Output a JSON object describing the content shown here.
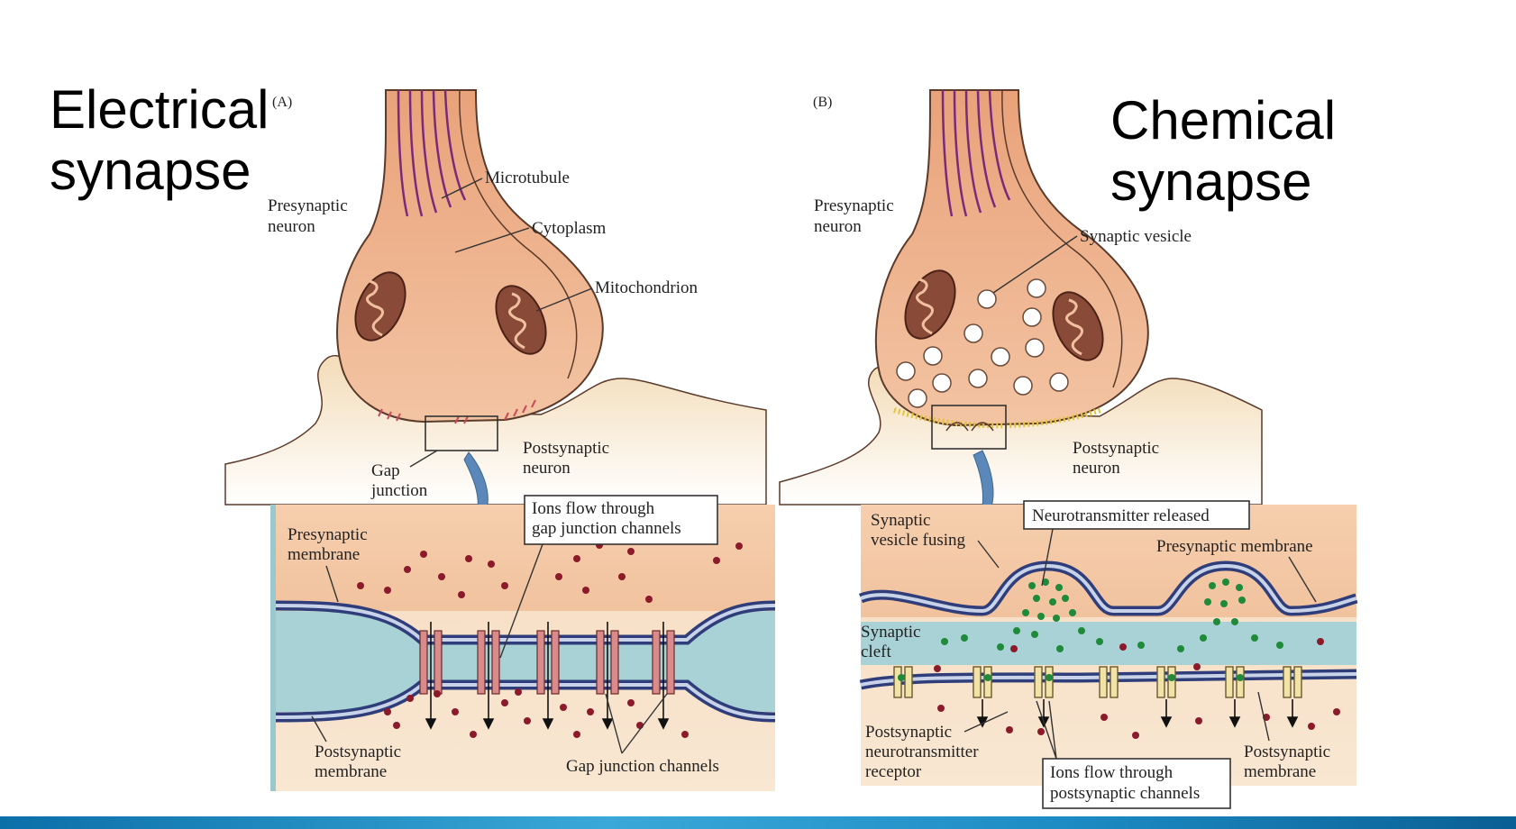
{
  "titles": {
    "electrical": "Electrical\nsynapse",
    "chemical": "Chemical\nsynapse"
  },
  "panel_a": {
    "letter": "(A)",
    "presynaptic": [
      "Presynaptic",
      "neuron"
    ],
    "microtubule": "Microtubule",
    "cytoplasm": "Cytoplasm",
    "mitochondrion": "Mitochondrion",
    "postsynaptic": [
      "Postsynaptic",
      "neuron"
    ],
    "gap_junction": [
      "Gap",
      "junction"
    ],
    "presynaptic_membrane": [
      "Presynaptic",
      "membrane"
    ],
    "ions_flow": [
      "Ions flow through",
      "gap junction channels"
    ],
    "postsynaptic_membrane": [
      "Postsynaptic",
      "membrane"
    ],
    "gap_junction_channels": "Gap junction channels"
  },
  "panel_b": {
    "letter": "(B)",
    "presynaptic": [
      "Presynaptic",
      "neuron"
    ],
    "synaptic_vesicle": "Synaptic vesicle",
    "postsynaptic": [
      "Postsynaptic",
      "neuron"
    ],
    "vesicle_fusing": [
      "Synaptic",
      "vesicle fusing"
    ],
    "nt_released": "Neurotransmitter released",
    "presynaptic_membrane": "Presynaptic membrane",
    "synaptic_cleft": [
      "Synaptic",
      "cleft"
    ],
    "receptor": [
      "Postsynaptic",
      "neurotransmitter",
      "receptor"
    ],
    "ions_flow": [
      "Ions flow through",
      "postsynaptic channels"
    ],
    "postsynaptic_membrane": [
      "Postsynaptic",
      "membrane"
    ]
  },
  "colors": {
    "cytoplasm": "#efb896",
    "neuron_outline": "#5a3a2a",
    "postsynaptic_cell": "#f6e2c4",
    "cleft_fluid": "#a9d2d6",
    "membrane": "#2f3e7a",
    "ion": "#8b1a2a",
    "neurotransmitter": "#1f8a3a",
    "accent_bar": "#1d8cc4"
  }
}
